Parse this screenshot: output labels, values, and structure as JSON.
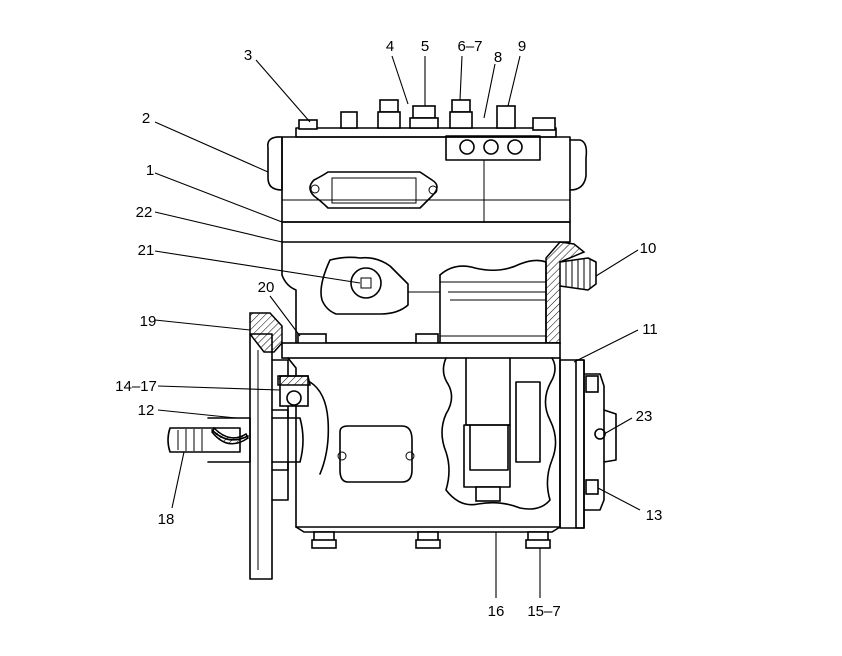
{
  "callouts": {
    "c1": "1",
    "c2": "2",
    "c3": "3",
    "c4": "4",
    "c5": "5",
    "c6": "6–7",
    "c8": "8",
    "c9": "9",
    "c10": "10",
    "c11": "11",
    "c12": "12",
    "c13": "13",
    "c14": "14–17",
    "c15": "15–7",
    "c16": "16",
    "c18": "18",
    "c19": "19",
    "c20": "20",
    "c21": "21",
    "c22": "22",
    "c23": "23"
  }
}
